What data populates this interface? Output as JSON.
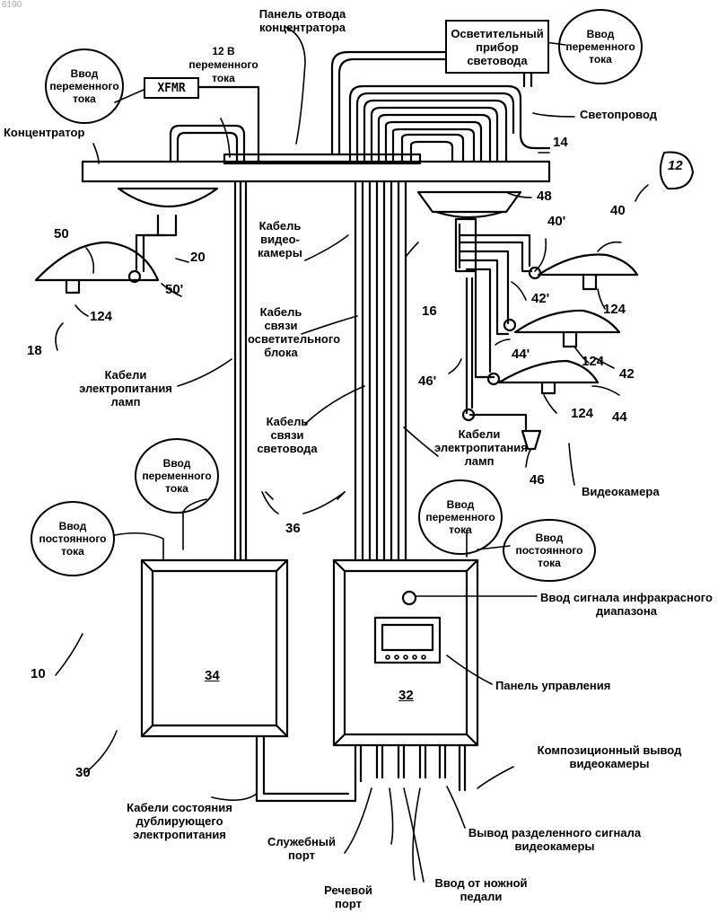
{
  "corner_id": "6190",
  "bubbles": {
    "ac_in_top_left": "Ввод переменного тока",
    "ac_in_top_right": "Ввод переменного тока",
    "ac_in_mid_left": "Ввод переменного тока",
    "dc_in_left": "Ввод постоянного тока",
    "ac_in_mid_right": "Ввод переменного тока",
    "dc_in_right": "Ввод постоянного тока"
  },
  "boxes": {
    "xfmr": "XFMR",
    "light_source": "Осветительный прибор световода",
    "unit_34": "34",
    "unit_32": "32"
  },
  "labels": {
    "hub_panel": "Панель отвода концентратора",
    "v12_ac": "12 В переменного тока",
    "hub": "Концентратор",
    "light_guide": "Светопровод",
    "video_cable": "Кабель видео-камеры",
    "light_unit_cable": "Кабель связи осветительного блока",
    "light_guide_cable": "Кабель связи световода",
    "lamp_power_left": "Кабели электропитания ламп",
    "lamp_power_right": "Кабели электропитания ламп",
    "video_camera": "Видеокамера",
    "ir_input": "Ввод сигнала инфракрасного диапазона",
    "control_panel": "Панель управления",
    "composite_out": "Композиционный вывод видеокамеры",
    "split_out": "Вывод разделенного сигнала видеокамеры",
    "backup_cables": "Кабели состояния дублирующего электропитания",
    "service_port": "Служебный порт",
    "voice_port": "Речевой порт",
    "foot_pedal": "Ввод от ножной педали"
  },
  "numbers": {
    "n14": "14",
    "n12": "12",
    "n40": "40",
    "n40p": "40'",
    "n48": "48",
    "n50": "50",
    "n50p": "50'",
    "n20": "20",
    "n124a": "124",
    "n18": "18",
    "n16": "16",
    "n42p": "42'",
    "n124b": "124",
    "n44p": "44'",
    "n124c": "124",
    "n42": "42",
    "n46p": "46'",
    "n124d": "124",
    "n44": "44",
    "n46": "46",
    "n36": "36",
    "n10": "10",
    "n30": "30"
  }
}
